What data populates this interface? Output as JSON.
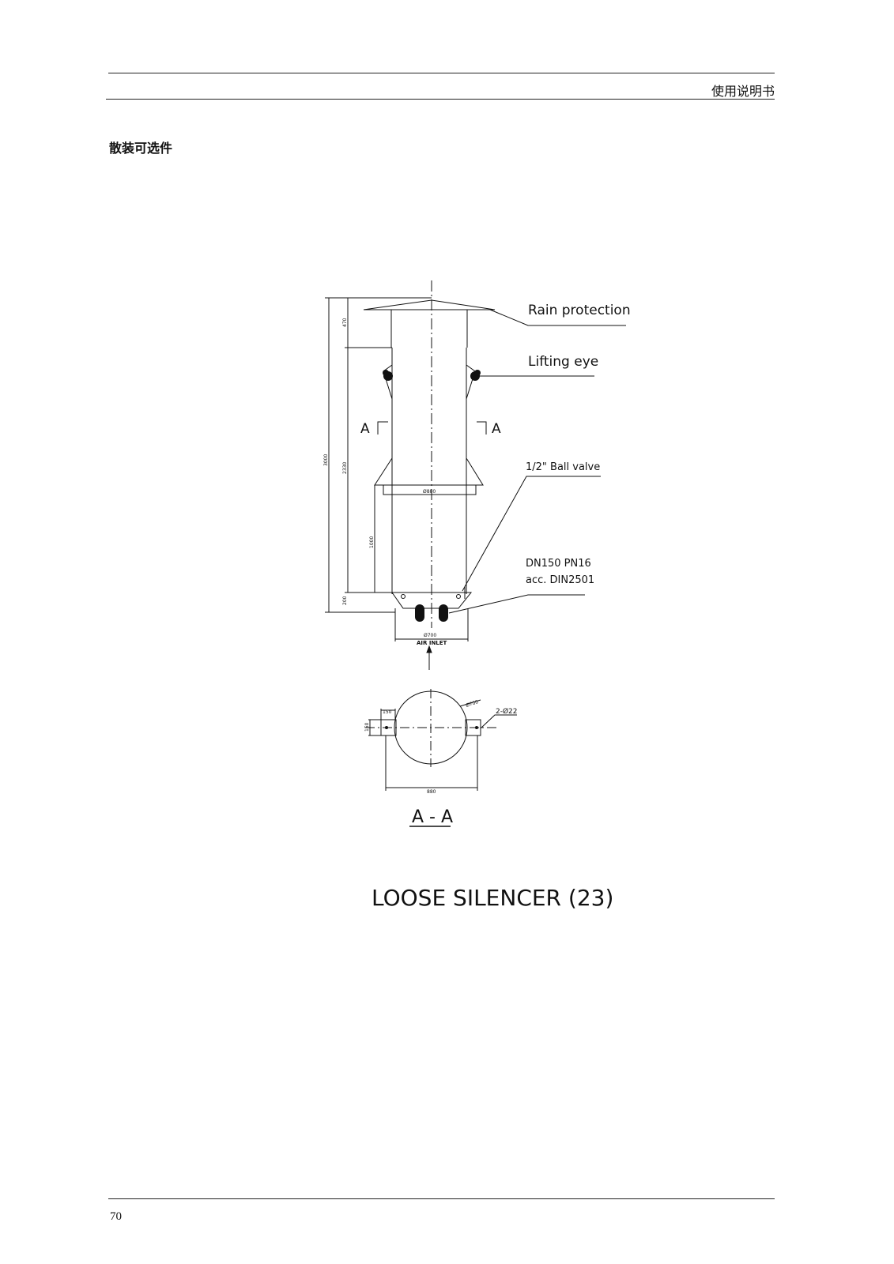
{
  "header": {
    "title": "使用说明书"
  },
  "section": {
    "title": "散装可选件"
  },
  "drawing": {
    "callouts": {
      "rain_protection": "Rain  protection",
      "lifting_eye": "Lifting  eye",
      "ball_valve": "1/2\" Ball valve",
      "flange_line1": "DN150 PN16",
      "flange_line2": "acc. DIN2501"
    },
    "section_marks": {
      "left": "A",
      "right": "A"
    },
    "dimensions": {
      "overall_height": "3000",
      "cap_height": "470",
      "body_height": "2330",
      "lower_height": "1000",
      "base_height": "200",
      "upper_diameter": "Ø880",
      "base_diameter": "Ø700",
      "section_bracket_width": "150",
      "section_bracket_height": "150",
      "section_diameter": "Ø700",
      "section_holes": "2-Ø22",
      "section_span": "880"
    },
    "air_inlet": "AIR INLET",
    "section_label": "A - A",
    "caption": "LOOSE SILENCER (23)"
  },
  "footer": {
    "page_number": "70"
  }
}
